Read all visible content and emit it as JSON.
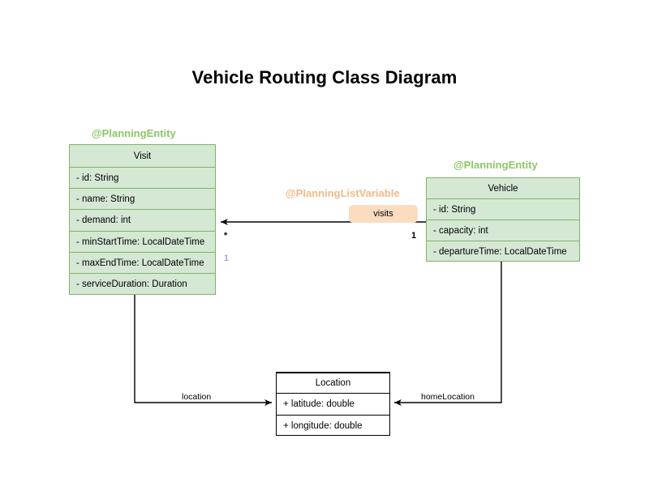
{
  "title": "Vehicle Routing Class Diagram",
  "colors": {
    "entity_fill": "#d5e8d4",
    "entity_stroke": "#82b366",
    "annotation_green": "#8cc765",
    "annotation_orange": "#f2b98a",
    "badge_fill": "#fadcc0",
    "plain_stroke": "#000000",
    "multiplicity_lavender": "#b39ddb"
  },
  "classes": [
    {
      "id": "visit",
      "annotation": "@PlanningEntity",
      "name": "Visit",
      "attributes": [
        "- id: String",
        "- name: String",
        "- demand: int",
        "- minStartTime: LocalDateTime",
        "- maxEndTime: LocalDateTime",
        "- serviceDuration: Duration"
      ]
    },
    {
      "id": "vehicle",
      "annotation": "@PlanningEntity",
      "name": "Vehicle",
      "attributes": [
        "- id: String",
        "- capacity: int",
        "- departureTime: LocalDateTime"
      ]
    },
    {
      "id": "location",
      "annotation": "",
      "name": "Location",
      "attributes": [
        "+ latitude: double",
        "+ longitude: double"
      ]
    }
  ],
  "relations": {
    "visits": {
      "annotation": "@PlanningListVariable",
      "label": "visits",
      "source_multiplicity": "1",
      "target_multiplicity": "*",
      "extra_multiplicity": "1"
    },
    "location": {
      "label": "location"
    },
    "home_location": {
      "label": "homeLocation"
    }
  }
}
